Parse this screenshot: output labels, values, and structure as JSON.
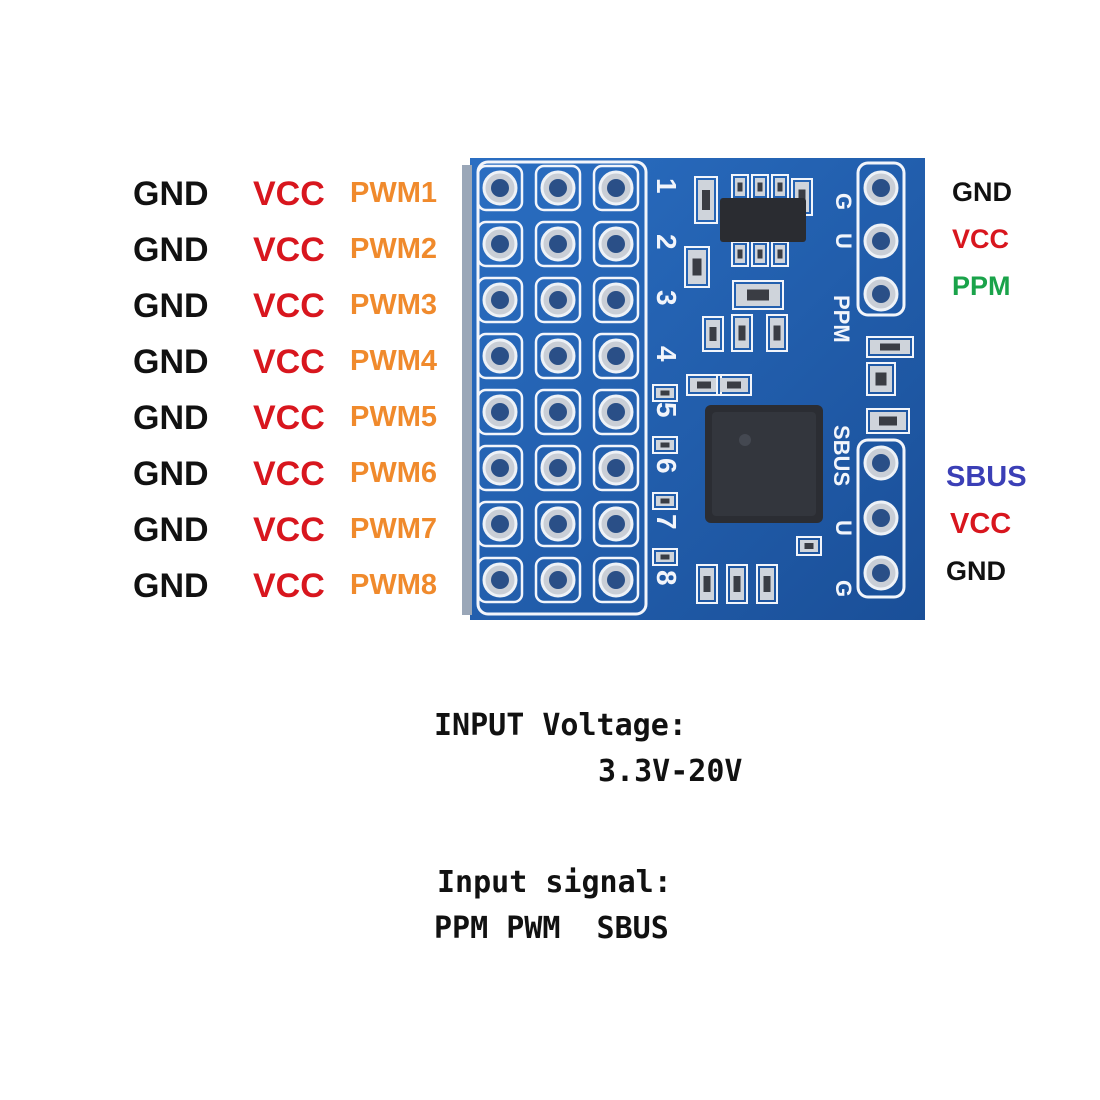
{
  "colors": {
    "gnd": "#111111",
    "vcc": "#d8161e",
    "pwm": "#f08a2c",
    "ppm": "#1aa34a",
    "sbus": "#3b3fb6",
    "board": "#1f5fb0",
    "board_dark": "#174a8e",
    "silk": "#f2f5fb",
    "chip": "#2b2d33"
  },
  "left_header": {
    "rows": [
      {
        "gnd": "GND",
        "vcc": "VCC",
        "pwm": "PWM1"
      },
      {
        "gnd": "GND",
        "vcc": "VCC",
        "pwm": "PWM2"
      },
      {
        "gnd": "GND",
        "vcc": "VCC",
        "pwm": "PWM3"
      },
      {
        "gnd": "GND",
        "vcc": "VCC",
        "pwm": "PWM4"
      },
      {
        "gnd": "GND",
        "vcc": "VCC",
        "pwm": "PWM5"
      },
      {
        "gnd": "GND",
        "vcc": "VCC",
        "pwm": "PWM6"
      },
      {
        "gnd": "GND",
        "vcc": "VCC",
        "pwm": "PWM7"
      },
      {
        "gnd": "GND",
        "vcc": "VCC",
        "pwm": "PWM8"
      }
    ]
  },
  "right_top": {
    "pins": [
      {
        "label": "GND",
        "color_key": "gnd"
      },
      {
        "label": "VCC",
        "color_key": "vcc"
      },
      {
        "label": "PPM",
        "color_key": "ppm"
      }
    ]
  },
  "right_bottom": {
    "pins": [
      {
        "label": "SBUS",
        "color_key": "sbus"
      },
      {
        "label": "VCC",
        "color_key": "vcc"
      },
      {
        "label": "GND",
        "color_key": "gnd"
      }
    ]
  },
  "board": {
    "channel_numbers": [
      "1",
      "2",
      "3",
      "4",
      "5",
      "6",
      "7",
      "8"
    ],
    "silk_top": [
      "G",
      "U",
      "PPM"
    ],
    "silk_bottom": [
      "SBUS",
      "U",
      "G"
    ]
  },
  "specs": {
    "voltage_label": "INPUT Voltage:",
    "voltage_value": "3.3V-20V",
    "signal_label": "Input signal:",
    "signal_value": "PPM PWM  SBUS"
  }
}
